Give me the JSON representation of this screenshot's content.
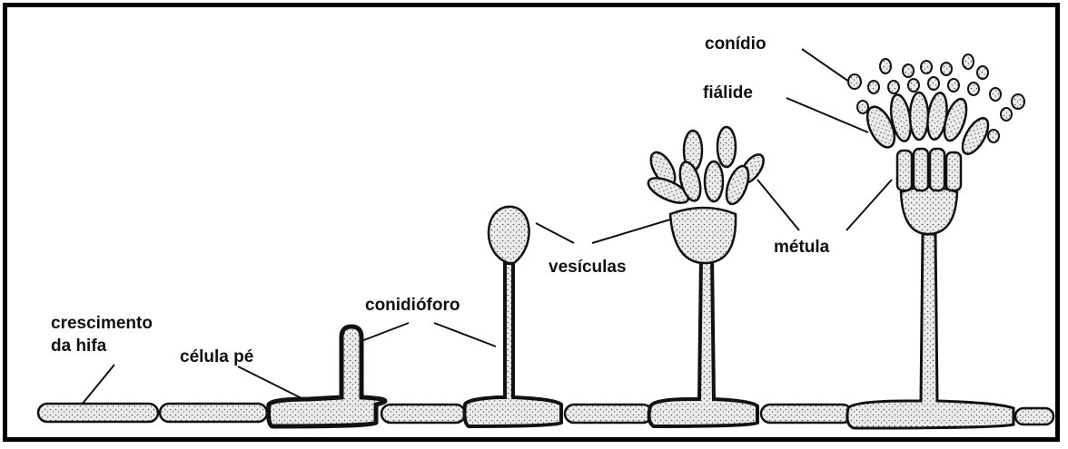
{
  "diagram": {
    "labels": {
      "hyphal_growth_line1": "crescimento",
      "hyphal_growth_line2": "da hifa",
      "foot_cell": "célula pé",
      "conidiophore": "conidióforo",
      "vesicles": "vesículas",
      "conidium": "conídio",
      "phialide": "fiálide",
      "metula": "métula"
    },
    "colors": {
      "ink": "#111111",
      "cell_fill": "#e8e8e8",
      "frame": "#000000"
    }
  }
}
